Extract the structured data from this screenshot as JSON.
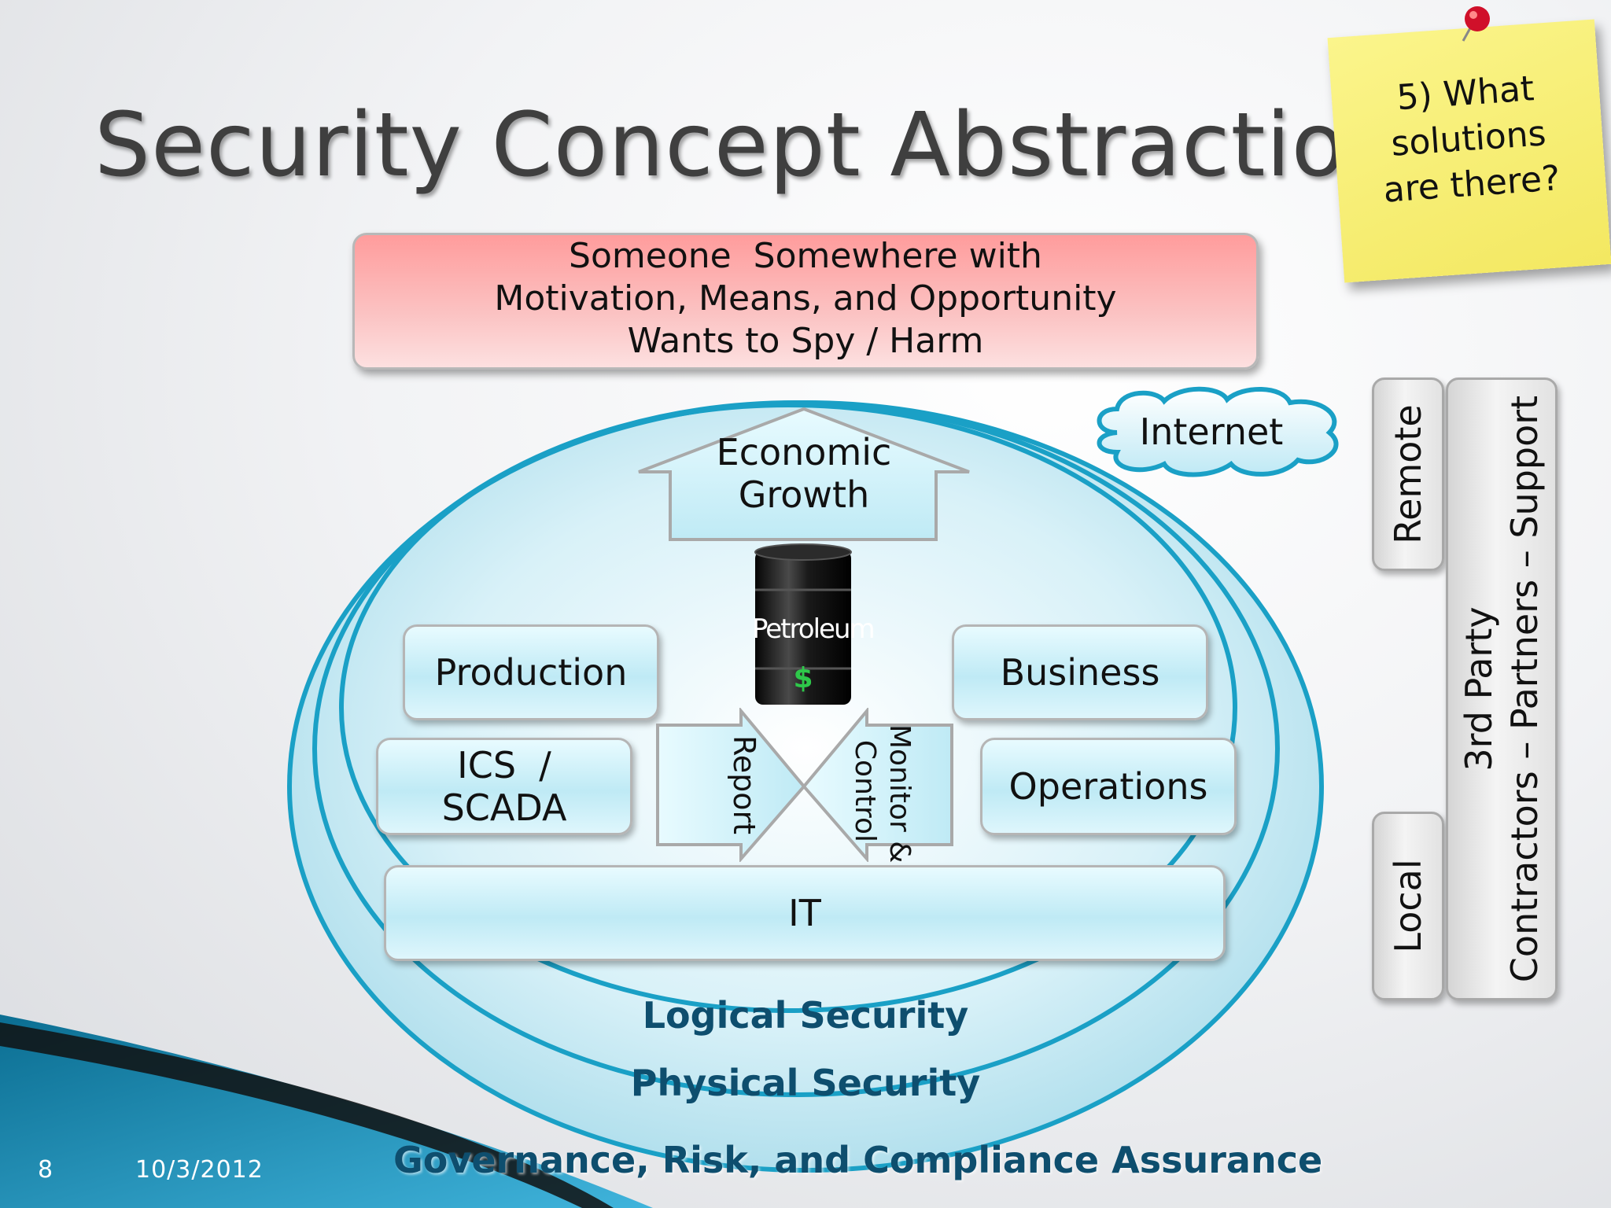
{
  "slide": {
    "title": "Security Concept Abstraction",
    "number": "8",
    "date": "10/3/2012"
  },
  "note": {
    "text": "5) What\nsolutions\nare there?"
  },
  "threat": {
    "lines": [
      "Someone  Somewhere with",
      "Motivation, Means, and Opportunity",
      "Wants to Spy / Harm"
    ]
  },
  "diagram": {
    "economic_growth": "Economic\nGrowth",
    "barrel_label": "Petroleum",
    "barrel_symbol": "$",
    "production": "Production",
    "ics_scada": "ICS  /\nSCADA",
    "business": "Business",
    "operations": "Operations",
    "report": "Report",
    "monitor_control": "Monitor &\nControl",
    "it": "IT",
    "internet": "Internet",
    "logical_security": "Logical Security",
    "physical_security": "Physical Security",
    "governance": "Governance, Risk, and Compliance Assurance"
  },
  "side": {
    "remote": "Remote",
    "local": "Local",
    "third_party": "3rd Party\nContractors – Partners – Support"
  },
  "colors": {
    "ring": "#1aa0c6",
    "threat_fill": "#ffb0b0",
    "note_fill": "#f8ef76",
    "accent_dark": "#0e4e6e"
  }
}
